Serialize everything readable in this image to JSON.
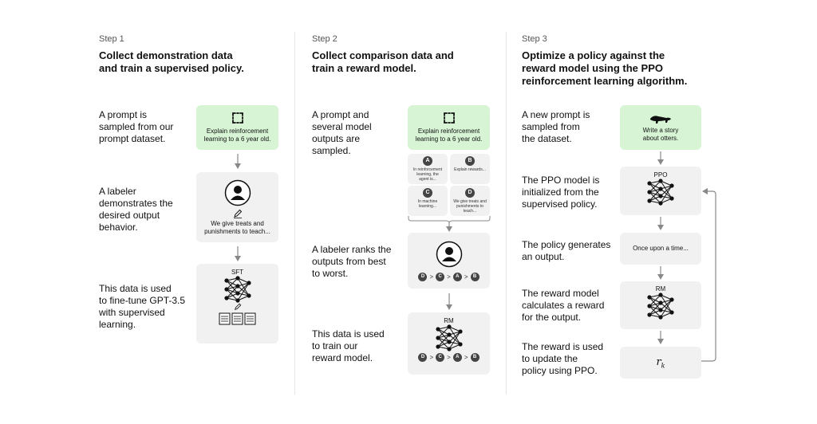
{
  "steps": [
    {
      "label": "Step 1",
      "title": [
        "Collect demonstration data",
        "and train a supervised policy."
      ],
      "rows": [
        {
          "desc": [
            "A prompt is",
            "sampled from our",
            "prompt dataset."
          ]
        },
        {
          "desc": [
            "A labeler",
            "demonstrates the",
            "desired output",
            "behavior."
          ]
        },
        {
          "desc": [
            "This data is used",
            "to fine-tune GPT-3.5",
            "with supervised",
            "learning."
          ]
        }
      ],
      "prompt_box": [
        "Explain reinforcement",
        "learning to a 6 year old."
      ],
      "labeler_box": [
        "We give treats and",
        "punishments to teach..."
      ],
      "model_label": "SFT"
    },
    {
      "label": "Step 2",
      "title": [
        "Collect comparison data and",
        "train a reward model."
      ],
      "rows": [
        {
          "desc": [
            "A prompt and",
            "several model",
            "outputs are",
            "sampled."
          ]
        },
        {
          "desc": [
            "A labeler ranks the",
            "outputs from best",
            "to worst."
          ]
        },
        {
          "desc": [
            "This data is used",
            "to train our",
            "reward model."
          ]
        }
      ],
      "prompt_box": [
        "Explain reinforcement",
        "learning to a 6 year old."
      ],
      "outputs": [
        {
          "letter": "A",
          "text": [
            "In reinforcement",
            "learning, the",
            "agent is..."
          ]
        },
        {
          "letter": "B",
          "text": [
            "Explain rewards..."
          ]
        },
        {
          "letter": "C",
          "text": [
            "In machine",
            "learning..."
          ]
        },
        {
          "letter": "D",
          "text": [
            "We give treats and",
            "punishments to",
            "teach..."
          ]
        }
      ],
      "ranking": [
        "D",
        ">",
        "C",
        ">",
        "A",
        ">",
        "B"
      ],
      "model_label": "RM"
    },
    {
      "label": "Step 3",
      "title": [
        "Optimize a policy against the",
        "reward model using the PPO",
        "reinforcement learning algorithm."
      ],
      "rows": [
        {
          "desc": [
            "A new prompt is",
            "sampled from",
            "the dataset."
          ]
        },
        {
          "desc": [
            "The PPO model is",
            "initialized from the",
            "supervised policy."
          ]
        },
        {
          "desc": [
            "The policy generates",
            "an output."
          ]
        },
        {
          "desc": [
            "The reward model",
            "calculates a reward",
            "for the output."
          ]
        },
        {
          "desc": [
            "The reward is used",
            "to update the",
            "policy using PPO."
          ]
        }
      ],
      "prompt_box": [
        "Write a story",
        "about otters."
      ],
      "ppo_label": "PPO",
      "output_text": "Once upon a time...",
      "rm_label": "RM",
      "reward_symbol": "r",
      "reward_sub": "k"
    }
  ]
}
